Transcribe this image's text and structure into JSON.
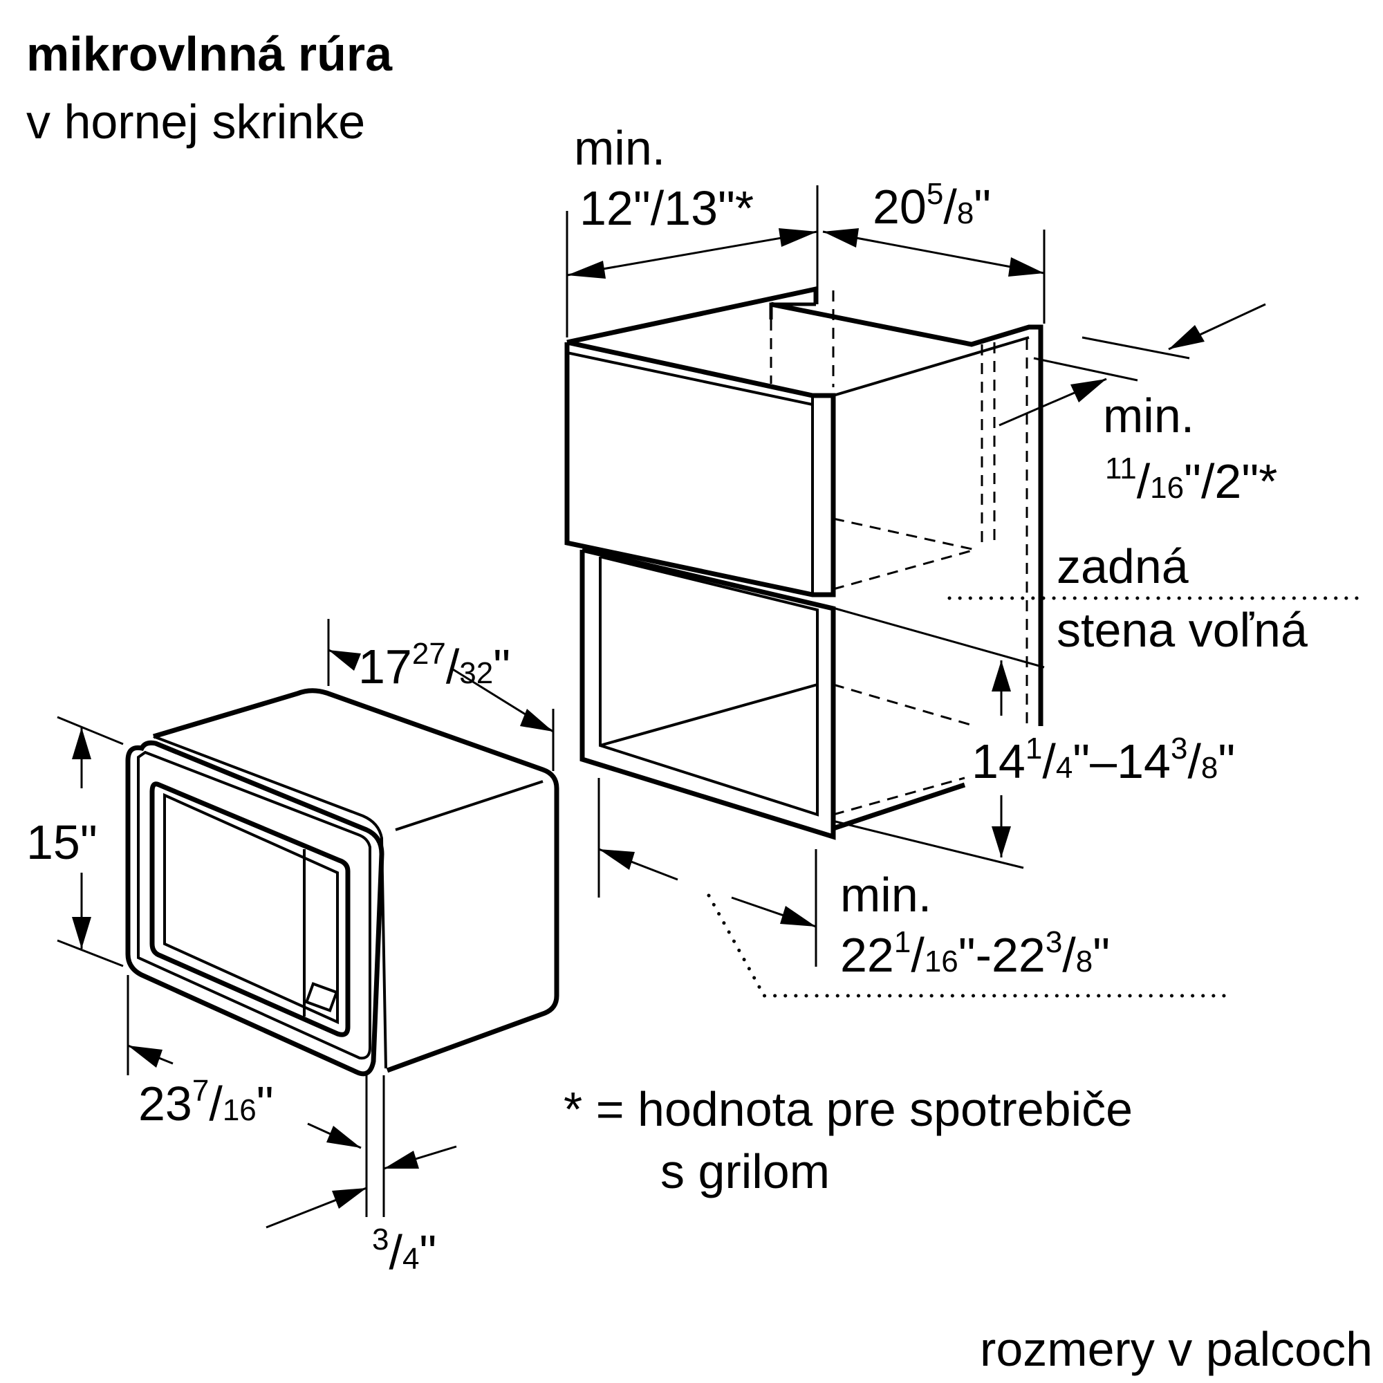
{
  "title": {
    "line1": "mikrovlnná rúra",
    "line2": "v hornej skrinke"
  },
  "dimensions": {
    "cabinet_width_label": "min.",
    "cabinet_width_value": "12\"/13\"*",
    "cabinet_depth": {
      "whole": "20",
      "sup": "5",
      "sub": "8",
      "suffix": "\""
    },
    "rear_gap_label": "min.",
    "rear_gap": {
      "sup": "11",
      "sub": "16",
      "suffix": "\"/2\"*"
    },
    "rear_wall_line1": "zadná",
    "rear_wall_line2": "stena voľná",
    "opening_height": {
      "a_whole": "14",
      "a_sup": "1",
      "a_sub": "4",
      "dash": "\"–",
      "b_whole": "14",
      "b_sup": "3",
      "b_sub": "8",
      "suffix": "\""
    },
    "opening_width_label": "min.",
    "opening_width": {
      "a_whole": "22",
      "a_sup": "1",
      "a_sub": "16",
      "dash": "\"-",
      "b_whole": "22",
      "b_sup": "3",
      "b_sub": "8",
      "suffix": "\""
    },
    "oven_depth": {
      "whole": "17",
      "sup": "27",
      "sub": "32",
      "suffix": "\""
    },
    "oven_height": "15\"",
    "oven_width": {
      "whole": "23",
      "sup": "7",
      "sub": "16",
      "suffix": "\""
    },
    "frame_thickness": {
      "sup": "3",
      "sub": "4",
      "suffix": "\""
    }
  },
  "note": {
    "line1": "* = hodnota pre spotrebiče",
    "line2": "s grilom"
  },
  "units_note": "rozmery v palcoch"
}
